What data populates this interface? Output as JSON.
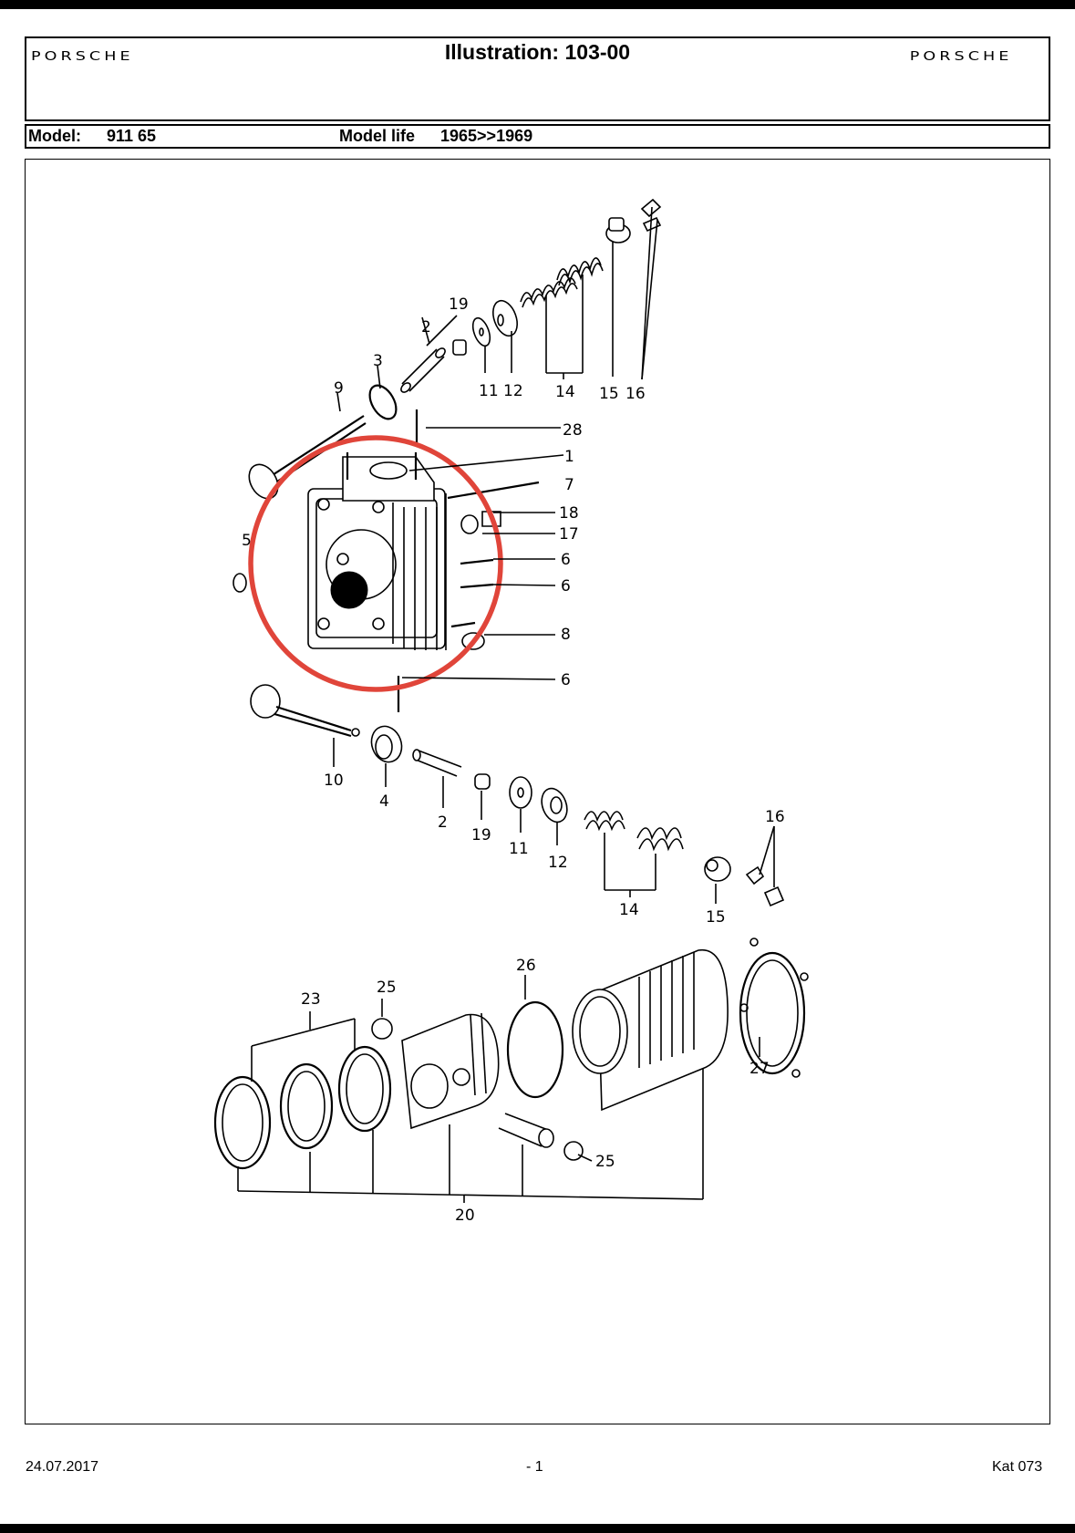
{
  "header": {
    "brand_left": "PORSCHE",
    "brand_right": "PORSCHE",
    "title": "Illustration: 103-00"
  },
  "model_row": {
    "model_label": "Model:",
    "model_value": "911 65",
    "life_label": "Model life",
    "life_value": "1965>>1969"
  },
  "callouts": {
    "upper": [
      "19",
      "2",
      "3",
      "9",
      "11",
      "12",
      "14",
      "15",
      "16",
      "28",
      "1",
      "7",
      "18",
      "17",
      "6",
      "6",
      "8",
      "6",
      "5"
    ],
    "lower": [
      "10",
      "4",
      "2",
      "19",
      "11",
      "12",
      "14",
      "16",
      "15",
      "26",
      "25",
      "23",
      "27",
      "25",
      "20"
    ]
  },
  "highlight": {
    "color": "#e0453a",
    "shape": "circle"
  },
  "footer": {
    "date": "24.07.2017",
    "page": "- 1",
    "catalog": "Kat 073"
  }
}
